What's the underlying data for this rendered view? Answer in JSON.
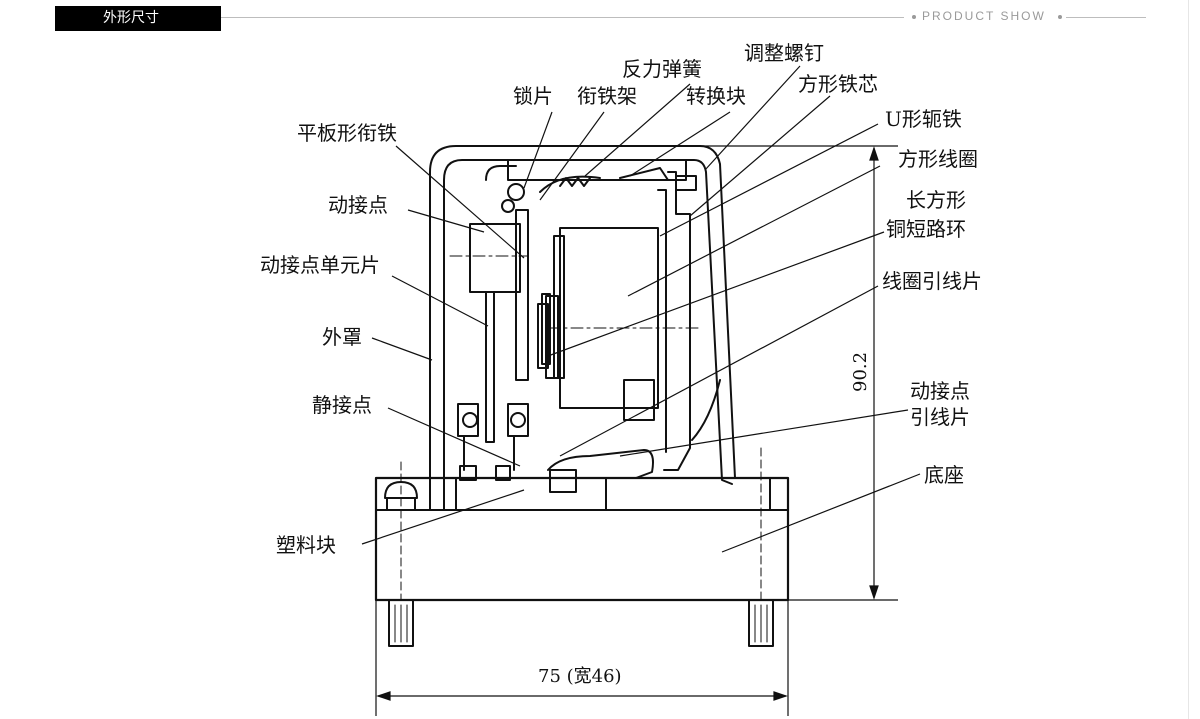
{
  "header": {
    "title": "外形尺寸",
    "section_caption": "PRODUCT SHOW"
  },
  "labels": {
    "fanli_tanhuang": "反力弹簧",
    "tiaozheng_luoding": "调整螺钉",
    "suopian": "锁片",
    "xiantiejia": "衔铁架",
    "zhuanhuankuai": "转换块",
    "fangxing_tiexin": "方形铁芯",
    "u_eтie": "U形轭铁",
    "pingban_xiantie": "平板形衔铁",
    "fangxing_xianquan": "方形线圈",
    "dongjiedian": "动接点",
    "changfangxing": "长方形",
    "tong_duanlu_huan": "铜短路环",
    "dongjiedian_danyuanpian": "动接点单元片",
    "xianquan_yinxianpian": "线圈引线片",
    "waizhao": "外罩",
    "jingjiedian": "静接点",
    "dongjiedian_2": "动接点",
    "yinxianpian": "引线片",
    "dizuo": "底座",
    "suliaokuai": "塑料块"
  },
  "dimensions": {
    "height": "90.2",
    "width": "75 (宽46)"
  },
  "colors": {
    "header_bg": "#000000",
    "header_text": "#ffffff",
    "caption": "#9a9a9a",
    "line": "#111111"
  }
}
